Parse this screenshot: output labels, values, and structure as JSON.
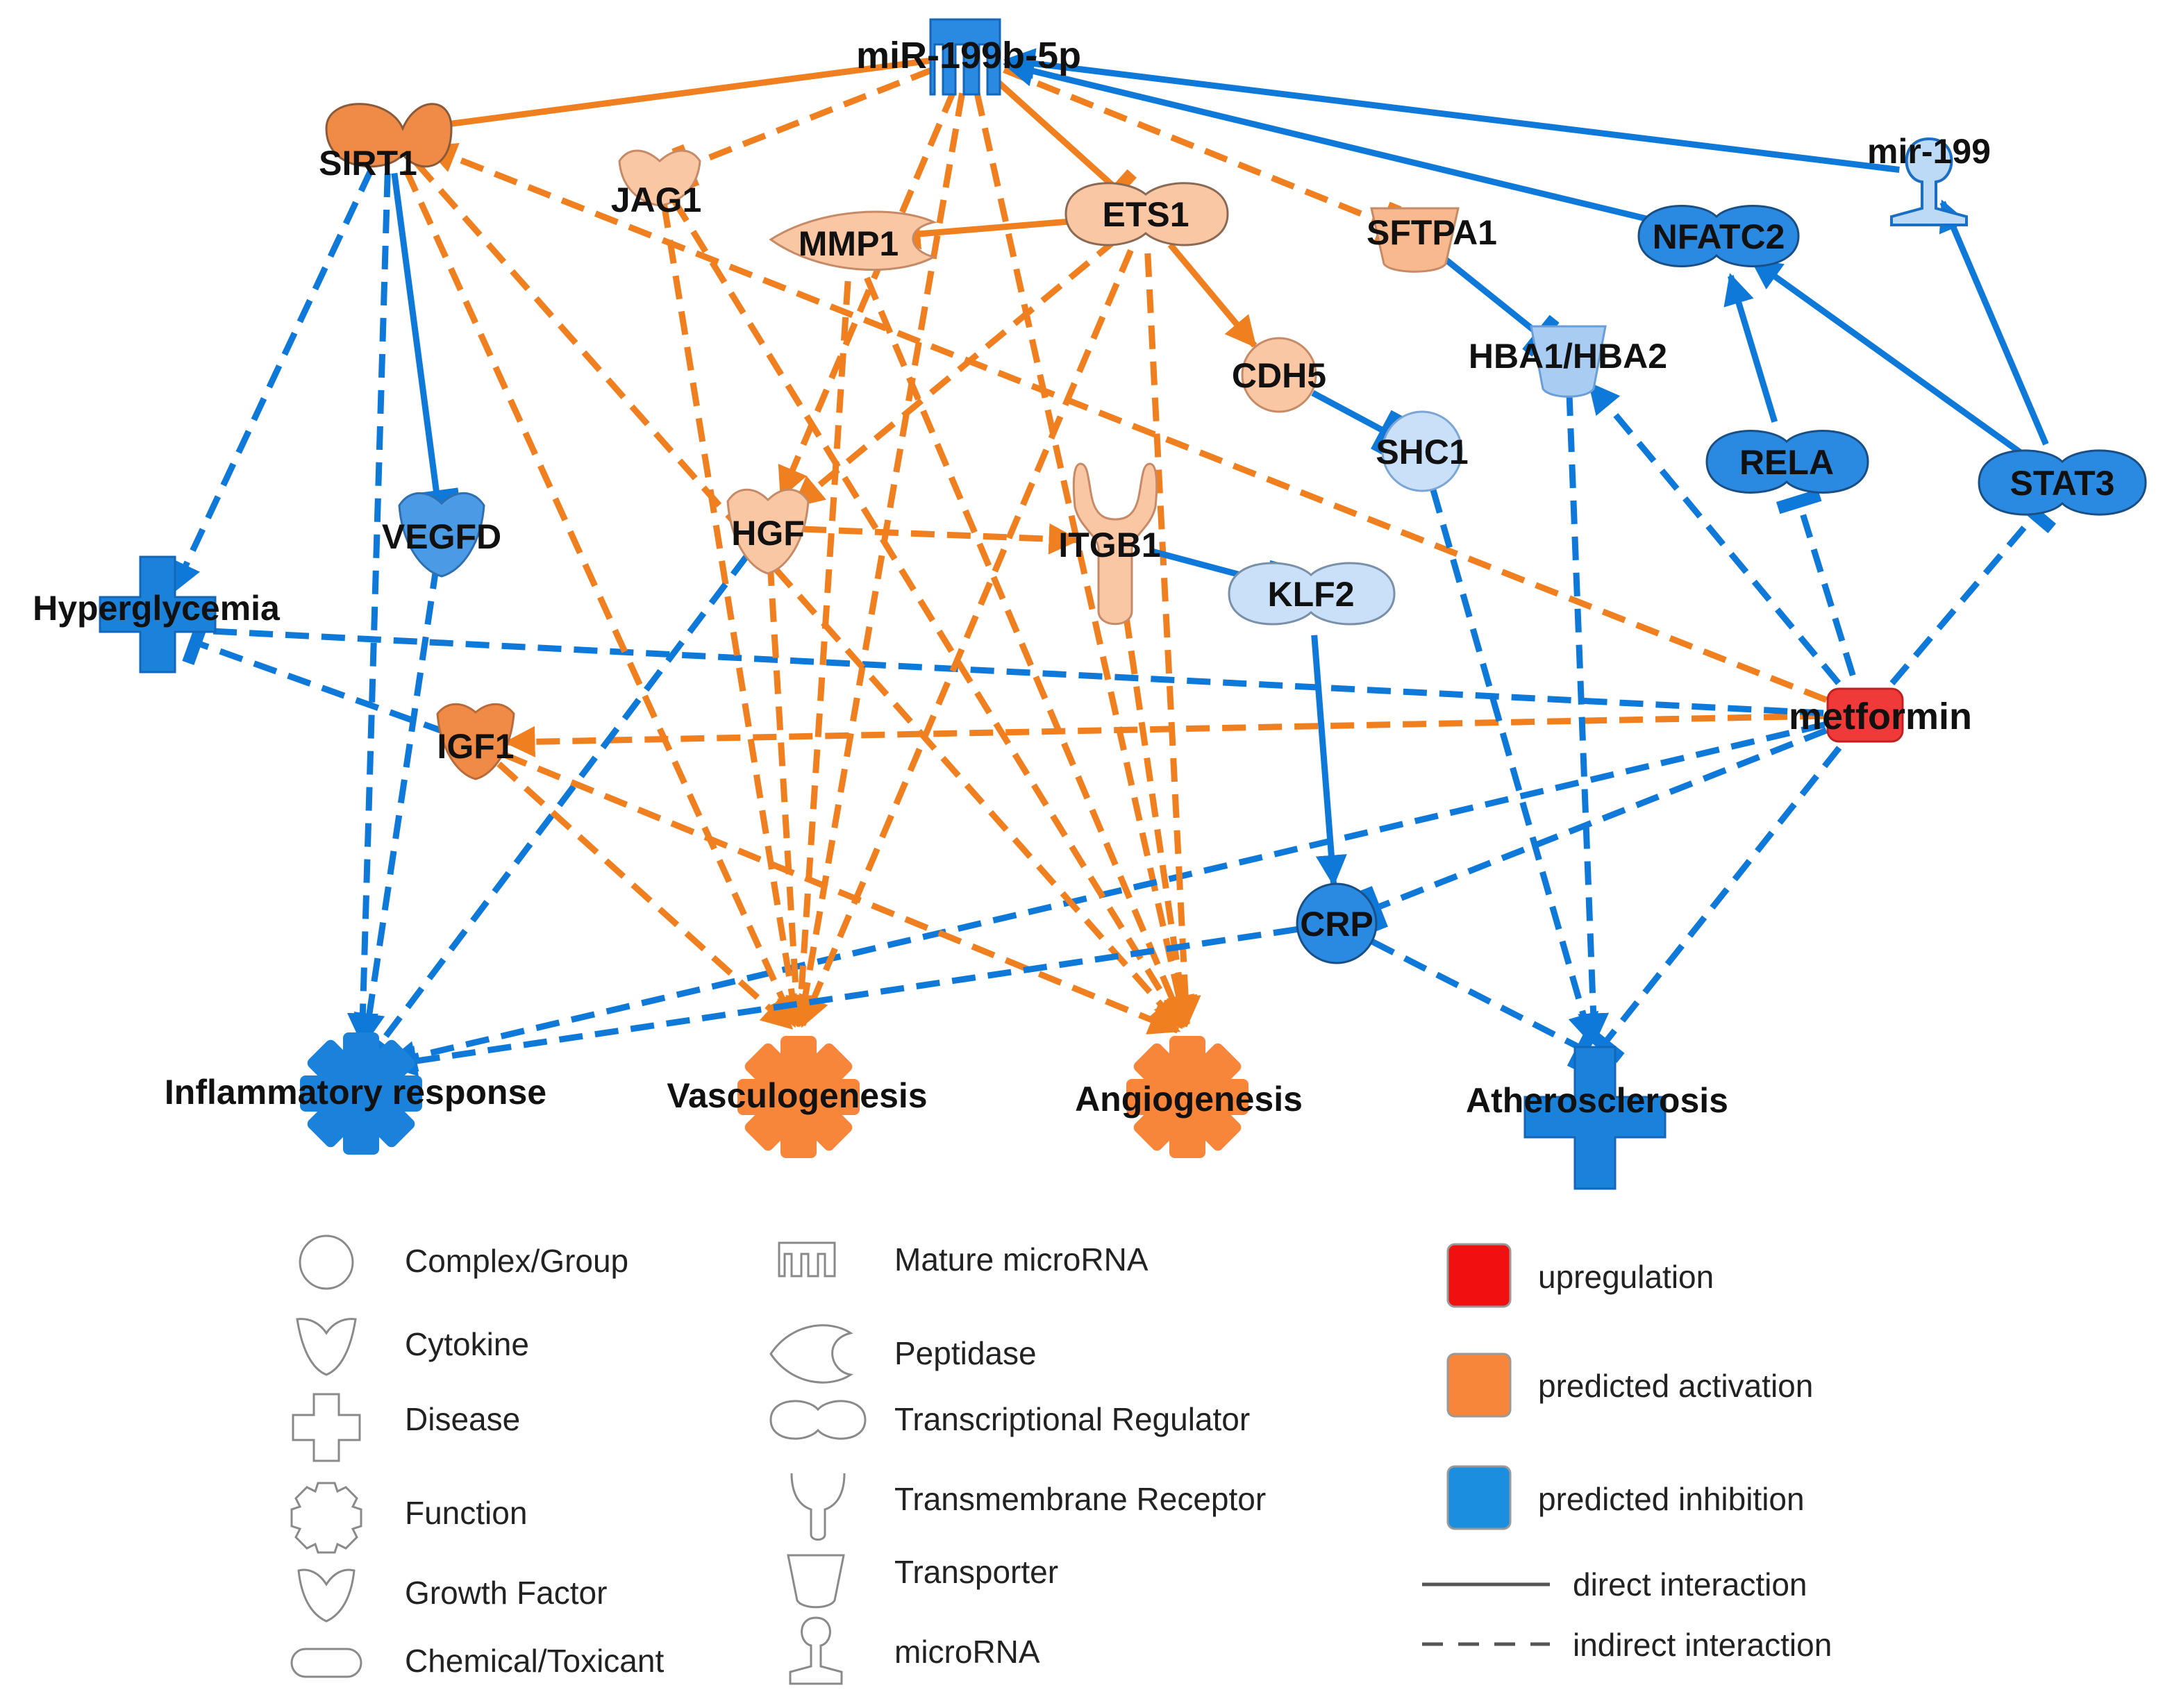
{
  "colors": {
    "orange": "#f07f1f",
    "orange_node": "#ef8b47",
    "orange_light": "#f9c7a3",
    "blue": "#0e79d8",
    "blue_node": "#2a8ae2",
    "blue_light": "#bcd9f6",
    "red": "#f03a3a"
  },
  "nodes": {
    "mir199b5p": {
      "label": "miR-199b-5p",
      "shape": "mature-microrna",
      "state": "predicted-inhibition"
    },
    "sirt1": {
      "label": "SIRT1",
      "shape": "transcriptional-regulator",
      "state": "predicted-activation"
    },
    "jag1": {
      "label": "JAG1",
      "shape": "growth-factor",
      "state": "light-activation"
    },
    "mmp1": {
      "label": "MMP1",
      "shape": "peptidase",
      "state": "light-activation"
    },
    "ets1": {
      "label": "ETS1",
      "shape": "transcriptional-regulator",
      "state": "light-activation"
    },
    "sftpa1": {
      "label": "SFTPA1",
      "shape": "transporter",
      "state": "light-activation"
    },
    "nfatc2": {
      "label": "NFATC2",
      "shape": "transcriptional-regulator",
      "state": "predicted-inhibition"
    },
    "mir199": {
      "label": "mir-199",
      "shape": "microrna",
      "state": "light-inhibition"
    },
    "hba": {
      "label": "HBA1/HBA2",
      "shape": "transporter",
      "state": "light-inhibition"
    },
    "cdh5": {
      "label": "CDH5",
      "shape": "other",
      "state": "light-activation"
    },
    "shc1": {
      "label": "SHC1",
      "shape": "other",
      "state": "light-inhibition"
    },
    "rela": {
      "label": "RELA",
      "shape": "transcriptional-regulator",
      "state": "predicted-inhibition"
    },
    "stat3": {
      "label": "STAT3",
      "shape": "transcriptional-regulator",
      "state": "predicted-inhibition"
    },
    "vegfd": {
      "label": "VEGFD",
      "shape": "growth-factor",
      "state": "light-inhibition"
    },
    "hgf": {
      "label": "HGF",
      "shape": "growth-factor",
      "state": "light-activation"
    },
    "itgb1": {
      "label": "ITGB1",
      "shape": "transmembrane-receptor",
      "state": "light-activation"
    },
    "klf2": {
      "label": "KLF2",
      "shape": "transcriptional-regulator",
      "state": "light-inhibition"
    },
    "hyperglycemia": {
      "label": "Hyperglycemia",
      "shape": "disease",
      "state": "predicted-inhibition"
    },
    "metformin": {
      "label": "metformin",
      "shape": "chemical",
      "state": "upregulation"
    },
    "igf1": {
      "label": "IGF1",
      "shape": "growth-factor",
      "state": "predicted-activation"
    },
    "crp": {
      "label": "CRP",
      "shape": "other",
      "state": "predicted-inhibition"
    },
    "inflammatory": {
      "label": "Inflammatory response",
      "shape": "function",
      "state": "predicted-inhibition"
    },
    "vasculogenesis": {
      "label": "Vasculogenesis",
      "shape": "function",
      "state": "predicted-activation"
    },
    "angiogenesis": {
      "label": "Angiogenesis",
      "shape": "function",
      "state": "predicted-activation"
    },
    "atherosclerosis": {
      "label": "Atherosclerosis",
      "shape": "disease",
      "state": "predicted-inhibition"
    }
  },
  "edges": [
    {
      "from": "mir199b5p",
      "to": "sirt1",
      "color": "orange",
      "style": "direct",
      "head": "inhibit"
    },
    {
      "from": "mir199b5p",
      "to": "jag1",
      "color": "orange",
      "style": "indirect",
      "head": "inhibit"
    },
    {
      "from": "mir199b5p",
      "to": "ets1",
      "color": "orange",
      "style": "direct",
      "head": "inhibit"
    },
    {
      "from": "mir199b5p",
      "to": "sftpa1",
      "color": "orange",
      "style": "indirect",
      "head": "inhibit"
    },
    {
      "from": "mir199b5p",
      "to": "hgf",
      "color": "orange",
      "style": "indirect",
      "head": "arrow"
    },
    {
      "from": "mir199b5p",
      "to": "angiogenesis",
      "color": "orange",
      "style": "indirect",
      "head": "arrow"
    },
    {
      "from": "mir199b5p",
      "to": "vasculogenesis",
      "color": "orange",
      "style": "indirect",
      "head": "arrow"
    },
    {
      "from": "nfatc2",
      "to": "mir199b5p",
      "color": "blue",
      "style": "direct",
      "head": "arrow"
    },
    {
      "from": "mir199",
      "to": "mir199b5p",
      "color": "blue",
      "style": "direct",
      "head": "arrow"
    },
    {
      "from": "stat3",
      "to": "mir199",
      "color": "blue",
      "style": "direct",
      "head": "arrow"
    },
    {
      "from": "stat3",
      "to": "nfatc2",
      "color": "blue",
      "style": "direct",
      "head": "arrow"
    },
    {
      "from": "rela",
      "to": "nfatc2",
      "color": "blue",
      "style": "direct",
      "head": "arrow"
    },
    {
      "from": "metformin",
      "to": "sirt1",
      "color": "orange",
      "style": "indirect",
      "head": "arrow"
    },
    {
      "from": "metformin",
      "to": "igf1",
      "color": "orange",
      "style": "indirect",
      "head": "arrow"
    },
    {
      "from": "metformin",
      "to": "hyperglycemia",
      "color": "blue",
      "style": "indirect",
      "head": "none"
    },
    {
      "from": "metformin",
      "to": "inflammatory",
      "color": "blue",
      "style": "indirect",
      "head": "arrow"
    },
    {
      "from": "metformin",
      "to": "crp",
      "color": "blue",
      "style": "indirect",
      "head": "inhibit"
    },
    {
      "from": "metformin",
      "to": "atherosclerosis",
      "color": "blue",
      "style": "indirect",
      "head": "inhibit"
    },
    {
      "from": "metformin",
      "to": "hba",
      "color": "blue",
      "style": "indirect",
      "head": "arrow"
    },
    {
      "from": "metformin",
      "to": "rela",
      "color": "blue",
      "style": "indirect",
      "head": "inhibit"
    },
    {
      "from": "metformin",
      "to": "stat3",
      "color": "blue",
      "style": "indirect",
      "head": "inhibit"
    },
    {
      "from": "igf1",
      "to": "hyperglycemia",
      "color": "blue",
      "style": "indirect",
      "head": "inhibit"
    },
    {
      "from": "sirt1",
      "to": "hyperglycemia",
      "color": "blue",
      "style": "indirect",
      "head": "arrow"
    },
    {
      "from": "sirt1",
      "to": "vegfd",
      "color": "blue",
      "style": "direct",
      "head": "inhibit"
    },
    {
      "from": "sirt1",
      "to": "inflammatory",
      "color": "blue",
      "style": "indirect",
      "head": "arrow"
    },
    {
      "from": "sirt1",
      "to": "vasculogenesis",
      "color": "orange",
      "style": "indirect",
      "head": "arrow"
    },
    {
      "from": "sirt1",
      "to": "angiogenesis",
      "color": "orange",
      "style": "indirect",
      "head": "arrow"
    },
    {
      "from": "vegfd",
      "to": "inflammatory",
      "color": "blue",
      "style": "indirect",
      "head": "arrow"
    },
    {
      "from": "jag1",
      "to": "vasculogenesis",
      "color": "orange",
      "style": "indirect",
      "head": "arrow"
    },
    {
      "from": "jag1",
      "to": "angiogenesis",
      "color": "orange",
      "style": "indirect",
      "head": "arrow"
    },
    {
      "from": "ets1",
      "to": "mmp1",
      "color": "orange",
      "style": "direct",
      "head": "arrow"
    },
    {
      "from": "ets1",
      "to": "cdh5",
      "color": "orange",
      "style": "direct",
      "head": "arrow"
    },
    {
      "from": "ets1",
      "to": "hgf",
      "color": "orange",
      "style": "indirect",
      "head": "arrow"
    },
    {
      "from": "ets1",
      "to": "vasculogenesis",
      "color": "orange",
      "style": "indirect",
      "head": "arrow"
    },
    {
      "from": "ets1",
      "to": "angiogenesis",
      "color": "orange",
      "style": "indirect",
      "head": "arrow"
    },
    {
      "from": "mmp1",
      "to": "vasculogenesis",
      "color": "orange",
      "style": "indirect",
      "head": "arrow"
    },
    {
      "from": "mmp1",
      "to": "angiogenesis",
      "color": "orange",
      "style": "indirect",
      "head": "arrow"
    },
    {
      "from": "hgf",
      "to": "itgb1",
      "color": "orange",
      "style": "indirect",
      "head": "arrow"
    },
    {
      "from": "hgf",
      "to": "vasculogenesis",
      "color": "orange",
      "style": "indirect",
      "head": "arrow"
    },
    {
      "from": "hgf",
      "to": "inflammatory",
      "color": "blue",
      "style": "indirect",
      "head": "inhibit"
    },
    {
      "from": "itgb1",
      "to": "klf2",
      "color": "blue",
      "style": "direct",
      "head": "inhibit"
    },
    {
      "from": "itgb1",
      "to": "angiogenesis",
      "color": "orange",
      "style": "indirect",
      "head": "arrow"
    },
    {
      "from": "igf1",
      "to": "vasculogenesis",
      "color": "orange",
      "style": "indirect",
      "head": "arrow"
    },
    {
      "from": "igf1",
      "to": "angiogenesis",
      "color": "orange",
      "style": "indirect",
      "head": "arrow"
    },
    {
      "from": "sftpa1",
      "to": "hba",
      "color": "blue",
      "style": "direct",
      "head": "inhibit"
    },
    {
      "from": "cdh5",
      "to": "shc1",
      "color": "blue",
      "style": "direct",
      "head": "inhibit"
    },
    {
      "from": "klf2",
      "to": "crp",
      "color": "blue",
      "style": "direct",
      "head": "arrow"
    },
    {
      "from": "crp",
      "to": "inflammatory",
      "color": "blue",
      "style": "indirect",
      "head": "arrow"
    },
    {
      "from": "crp",
      "to": "atherosclerosis",
      "color": "blue",
      "style": "indirect",
      "head": "inhibit"
    },
    {
      "from": "shc1",
      "to": "atherosclerosis",
      "color": "blue",
      "style": "indirect",
      "head": "arrow"
    },
    {
      "from": "hba",
      "to": "atherosclerosis",
      "color": "blue",
      "style": "indirect",
      "head": "arrow"
    }
  ],
  "legend": {
    "shapes": [
      {
        "icon": "circle-icon",
        "label": "Complex/Group"
      },
      {
        "icon": "cytokine-icon",
        "label": "Cytokine"
      },
      {
        "icon": "cross-icon",
        "label": "Disease"
      },
      {
        "icon": "gear-icon",
        "label": "Function"
      },
      {
        "icon": "growth-factor-icon",
        "label": "Growth Factor"
      },
      {
        "icon": "pill-icon",
        "label": "Chemical/Toxicant"
      },
      {
        "icon": "comb-icon",
        "label": "Mature microRNA"
      },
      {
        "icon": "peptidase-icon",
        "label": "Peptidase"
      },
      {
        "icon": "dumbbell-icon",
        "label": "Transcriptional Regulator"
      },
      {
        "icon": "y-receptor-icon",
        "label": "Transmembrane Receptor"
      },
      {
        "icon": "cup-icon",
        "label": "Transporter"
      },
      {
        "icon": "hairpin-icon",
        "label": "microRNA"
      }
    ],
    "states": [
      {
        "color": "#f01010",
        "label": "upregulation"
      },
      {
        "color": "#f7863a",
        "label": "predicted activation"
      },
      {
        "color": "#1b8ee0",
        "label": "predicted inhibition"
      }
    ],
    "lines": [
      {
        "style": "solid",
        "label": "direct interaction"
      },
      {
        "style": "dashed",
        "label": "indirect interaction"
      }
    ]
  }
}
